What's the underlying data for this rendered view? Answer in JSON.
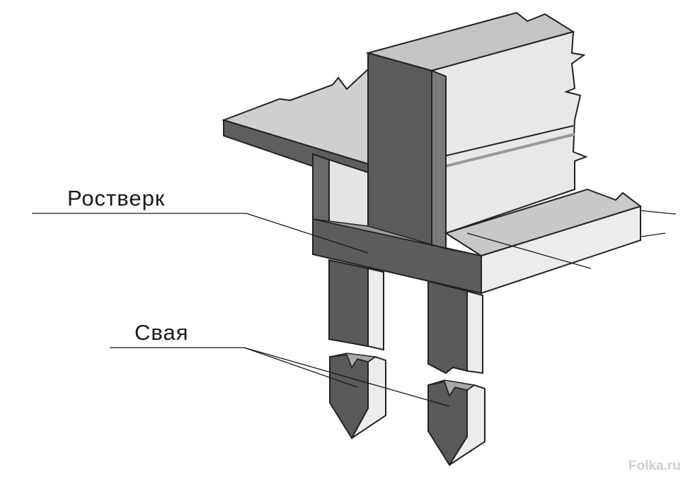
{
  "labels": {
    "grillage": "Ростверк",
    "pile": "Свая"
  },
  "watermark": "Folka.ru",
  "colors": {
    "dark_face": "#5a5a5a",
    "mid_face": "#8a8a8a",
    "light_face": "#e6e6e6",
    "top_face": "#c9c9c9",
    "outline": "#222222"
  }
}
